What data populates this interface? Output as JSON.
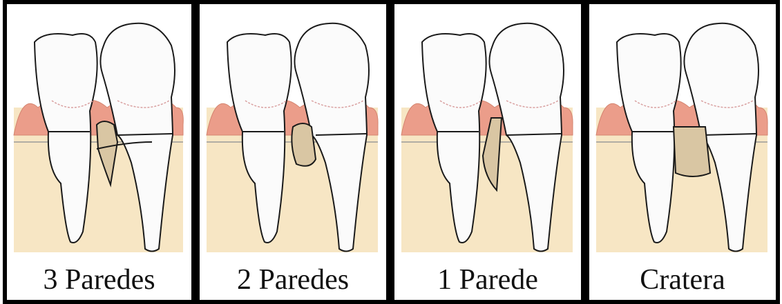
{
  "colors": {
    "bone": "#f7e6c4",
    "gum": "#eb9d8a",
    "tooth": "#fbfbfb",
    "defect": "#d9c6a3",
    "outline": "#1a1a1a"
  },
  "panels": [
    {
      "caption": "3 Paredes",
      "defect": "three-wall"
    },
    {
      "caption": "2 Paredes",
      "defect": "two-wall"
    },
    {
      "caption": "1 Parede",
      "defect": "one-wall"
    },
    {
      "caption": "Cratera",
      "defect": "crater"
    }
  ]
}
